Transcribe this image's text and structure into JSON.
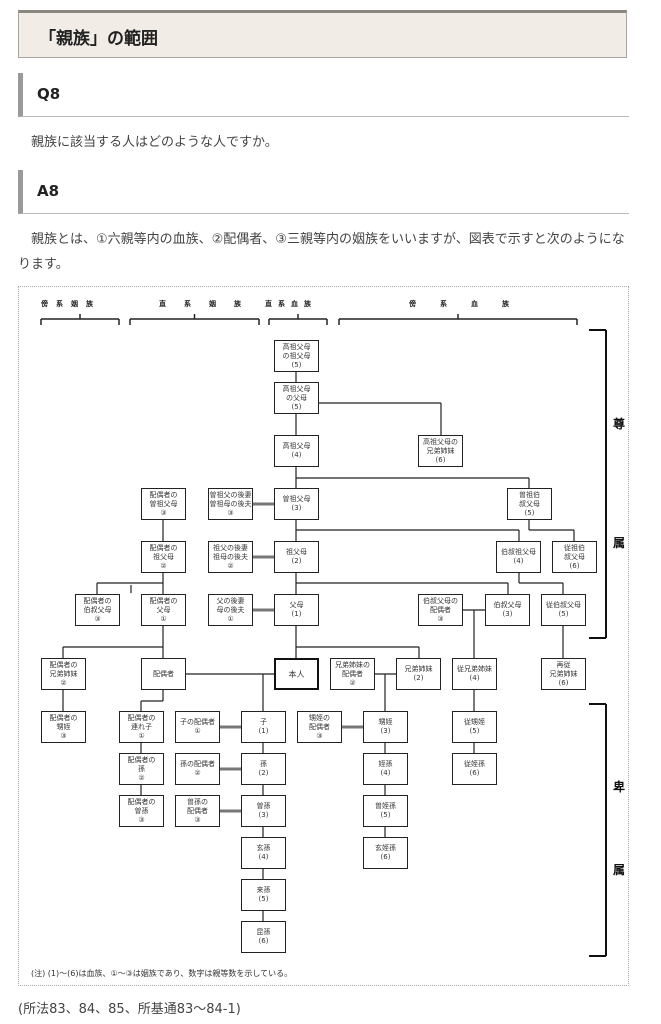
{
  "title": "「親族」の範囲",
  "q_label": "Q8",
  "question": "親族に該当する人はどのような人ですか。",
  "a_label": "A8",
  "answer": "親族とは、①六親等内の血族、②配偶者、③三親等内の姻族をいいますが、図表で示すと次のようになります。",
  "diagram": {
    "headers": [
      "傍系姻族",
      "直系姻族",
      "直系血族",
      "傍系血族"
    ],
    "ascendant": [
      "尊",
      "属"
    ],
    "descendant": [
      "卑",
      "属"
    ],
    "boxes": [
      {
        "lines": [
          "高祖父母",
          "の祖父母"
        ],
        "degree": "(5)"
      },
      {
        "lines": [
          "高祖父母",
          "の父母"
        ],
        "degree": "(5)"
      },
      {
        "lines": [
          "高祖父母"
        ],
        "degree": "(4)"
      },
      {
        "lines": [
          "高祖父母の",
          "兄弟姉妹"
        ],
        "degree": "(6)"
      },
      {
        "lines": [
          "曽祖父母"
        ],
        "degree": "(3)"
      },
      {
        "lines": [
          "曽祖父の後妻",
          "曽祖母の後夫"
        ],
        "degree": "③"
      },
      {
        "lines": [
          "配偶者の",
          "曽祖父母"
        ],
        "degree": "③"
      },
      {
        "lines": [
          "曽祖伯",
          "叔父母"
        ],
        "degree": "(5)"
      },
      {
        "lines": [
          "祖父母"
        ],
        "degree": "(2)"
      },
      {
        "lines": [
          "祖父の後妻",
          "祖母の後夫"
        ],
        "degree": "②"
      },
      {
        "lines": [
          "配偶者の",
          "祖父母"
        ],
        "degree": "②"
      },
      {
        "lines": [
          "伯叔祖父母"
        ],
        "degree": "(4)"
      },
      {
        "lines": [
          "従祖伯",
          "叔父母"
        ],
        "degree": "(6)"
      },
      {
        "lines": [
          "父母"
        ],
        "degree": "(1)"
      },
      {
        "lines": [
          "父の後妻",
          "母の後夫"
        ],
        "degree": "①"
      },
      {
        "lines": [
          "配偶者の",
          "父母"
        ],
        "degree": "①"
      },
      {
        "lines": [
          "配偶者の",
          "伯叔父母"
        ],
        "degree": "③"
      },
      {
        "lines": [
          "伯叔父母の",
          "配偶者"
        ],
        "degree": "③"
      },
      {
        "lines": [
          "伯叔父母"
        ],
        "degree": "(3)"
      },
      {
        "lines": [
          "従伯叔父母"
        ],
        "degree": "(5)"
      },
      {
        "lines": [
          "本人"
        ],
        "degree": ""
      },
      {
        "lines": [
          "配偶者"
        ],
        "degree": ""
      },
      {
        "lines": [
          "配偶者の",
          "兄弟姉妹"
        ],
        "degree": "②"
      },
      {
        "lines": [
          "兄弟姉妹の",
          "配偶者"
        ],
        "degree": "②"
      },
      {
        "lines": [
          "兄弟姉妹"
        ],
        "degree": "(2)"
      },
      {
        "lines": [
          "従兄弟姉妹"
        ],
        "degree": "(4)"
      },
      {
        "lines": [
          "再従",
          "兄弟姉妹"
        ],
        "degree": "(6)"
      },
      {
        "lines": [
          "配偶者の",
          "甥姪"
        ],
        "degree": "③"
      },
      {
        "lines": [
          "配偶者の",
          "連れ子"
        ],
        "degree": "①"
      },
      {
        "lines": [
          "子の配偶者"
        ],
        "degree": "①"
      },
      {
        "lines": [
          "子"
        ],
        "degree": "(1)"
      },
      {
        "lines": [
          "甥姪の",
          "配偶者"
        ],
        "degree": "③"
      },
      {
        "lines": [
          "甥姪"
        ],
        "degree": "(3)"
      },
      {
        "lines": [
          "従甥姪"
        ],
        "degree": "(5)"
      },
      {
        "lines": [
          "配偶者の",
          "孫"
        ],
        "degree": "②"
      },
      {
        "lines": [
          "孫の配偶者"
        ],
        "degree": "②"
      },
      {
        "lines": [
          "孫"
        ],
        "degree": "(2)"
      },
      {
        "lines": [
          "姪孫"
        ],
        "degree": "(4)"
      },
      {
        "lines": [
          "従姪孫"
        ],
        "degree": "(6)"
      },
      {
        "lines": [
          "配偶者の",
          "曽孫"
        ],
        "degree": "③"
      },
      {
        "lines": [
          "曽孫の",
          "配偶者"
        ],
        "degree": "③"
      },
      {
        "lines": [
          "曽孫"
        ],
        "degree": "(3)"
      },
      {
        "lines": [
          "曽姪孫"
        ],
        "degree": "(5)"
      },
      {
        "lines": [
          "玄孫"
        ],
        "degree": "(4)"
      },
      {
        "lines": [
          "玄姪孫"
        ],
        "degree": "(6)"
      },
      {
        "lines": [
          "来孫"
        ],
        "degree": "(5)"
      },
      {
        "lines": [
          "昆孫"
        ],
        "degree": "(6)"
      }
    ],
    "note": "(注) (1)〜(6)は血族、①〜③は姻族であり、数字は親等数を示している。"
  },
  "source": "(所法83、84、85、所基通83〜84-1)"
}
